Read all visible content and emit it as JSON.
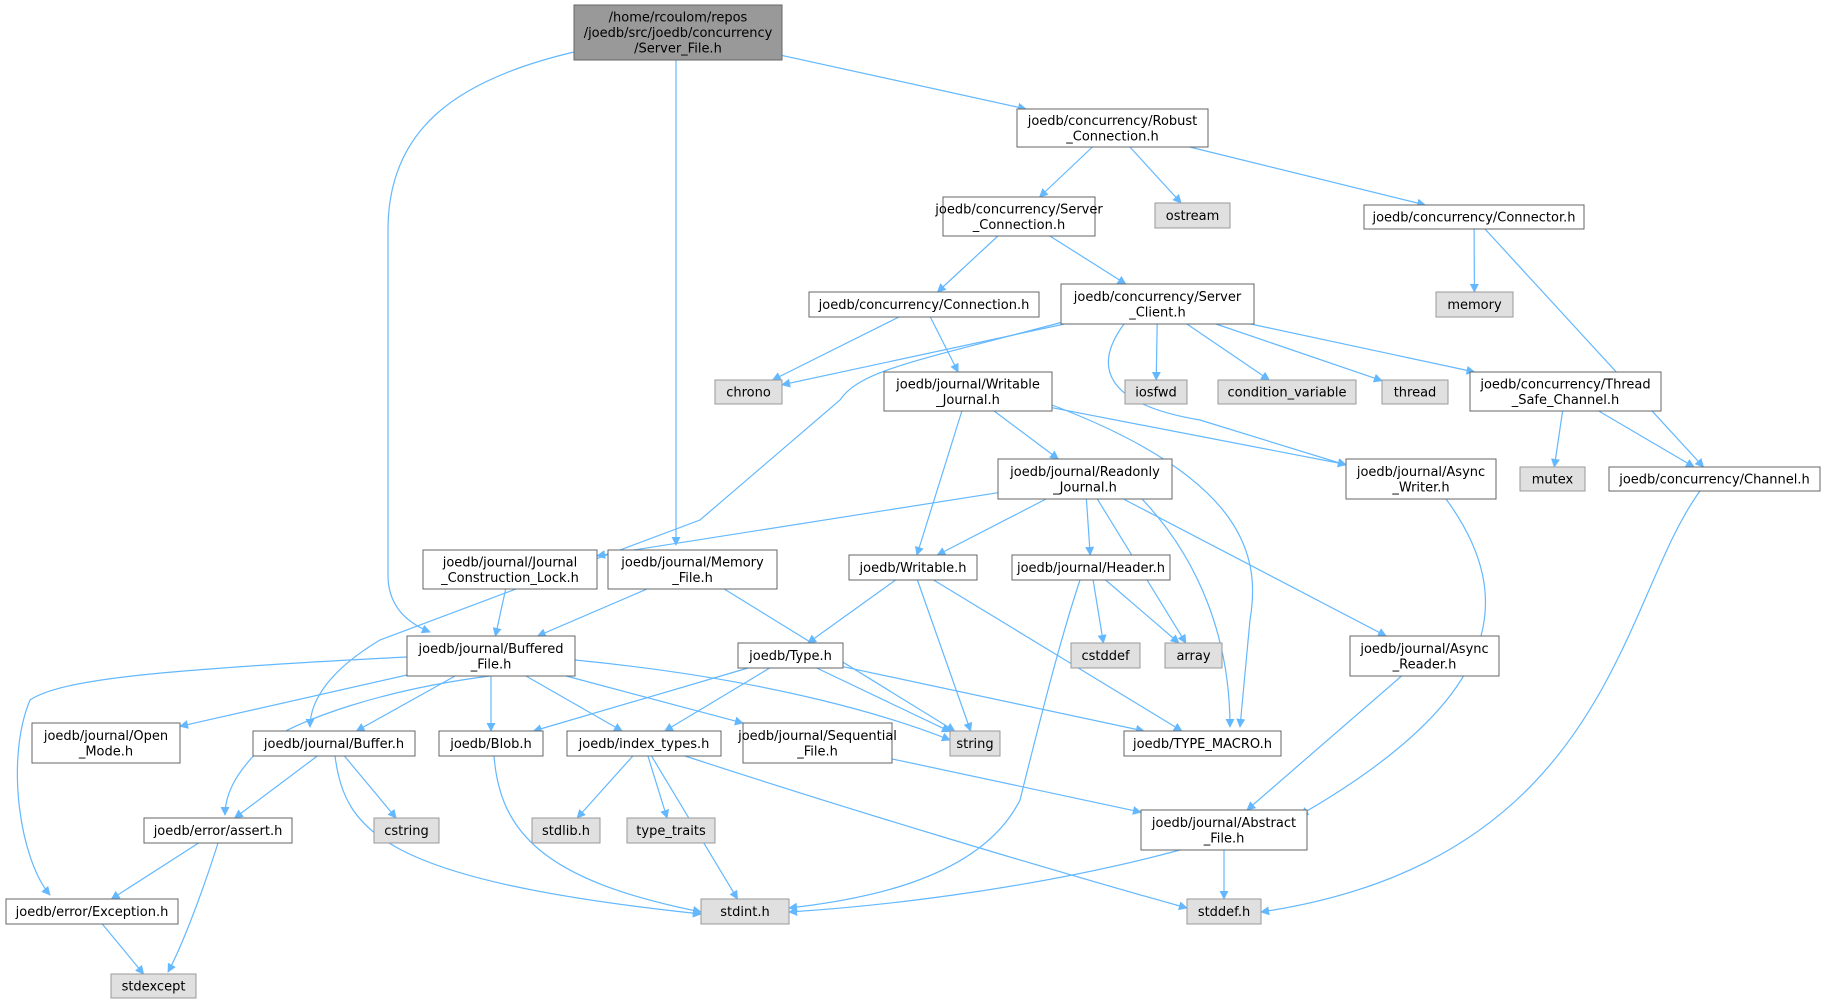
{
  "colors": {
    "edge": "#63b8ff",
    "node_fill": "#ffffff",
    "node_stroke": "#666666",
    "system_fill": "#e0e0e0",
    "system_stroke": "#999999",
    "root_fill": "#999999",
    "root_stroke": "#666666"
  },
  "nodes": [
    {
      "id": "root",
      "kind": "root",
      "lines": [
        "/home/rcoulom/repos",
        "/joedb/src/joedb/concurrency",
        "/Server_File.h"
      ]
    },
    {
      "id": "robust",
      "kind": "header",
      "lines": [
        "joedb/concurrency/Robust",
        "_Connection.h"
      ]
    },
    {
      "id": "server_conn",
      "kind": "header",
      "lines": [
        "joedb/concurrency/Server",
        "_Connection.h"
      ]
    },
    {
      "id": "ostream",
      "kind": "system",
      "lines": [
        "ostream"
      ]
    },
    {
      "id": "connector",
      "kind": "header",
      "lines": [
        "joedb/concurrency/Connector.h"
      ]
    },
    {
      "id": "memory",
      "kind": "system",
      "lines": [
        "memory"
      ]
    },
    {
      "id": "connection",
      "kind": "header",
      "lines": [
        "joedb/concurrency/Connection.h"
      ]
    },
    {
      "id": "server_client",
      "kind": "header",
      "lines": [
        "joedb/concurrency/Server",
        "_Client.h"
      ]
    },
    {
      "id": "chrono",
      "kind": "system",
      "lines": [
        "chrono"
      ]
    },
    {
      "id": "writable_journal",
      "kind": "header",
      "lines": [
        "joedb/journal/Writable",
        "_Journal.h"
      ]
    },
    {
      "id": "iosfwd",
      "kind": "system",
      "lines": [
        "iosfwd"
      ]
    },
    {
      "id": "condition_variable",
      "kind": "system",
      "lines": [
        "condition_variable"
      ]
    },
    {
      "id": "thread",
      "kind": "system",
      "lines": [
        "thread"
      ]
    },
    {
      "id": "thread_safe",
      "kind": "header",
      "lines": [
        "joedb/concurrency/Thread",
        "_Safe_Channel.h"
      ]
    },
    {
      "id": "readonly_journal",
      "kind": "header",
      "lines": [
        "joedb/journal/Readonly",
        "_Journal.h"
      ]
    },
    {
      "id": "async_writer",
      "kind": "header",
      "lines": [
        "joedb/journal/Async",
        "_Writer.h"
      ]
    },
    {
      "id": "mutex",
      "kind": "system",
      "lines": [
        "mutex"
      ]
    },
    {
      "id": "channel",
      "kind": "header",
      "lines": [
        "joedb/concurrency/Channel.h"
      ]
    },
    {
      "id": "jcl",
      "kind": "header",
      "lines": [
        "joedb/journal/Journal",
        "_Construction_Lock.h"
      ]
    },
    {
      "id": "memory_file",
      "kind": "header",
      "lines": [
        "joedb/journal/Memory",
        "_File.h"
      ]
    },
    {
      "id": "writable",
      "kind": "header",
      "lines": [
        "joedb/Writable.h"
      ]
    },
    {
      "id": "header",
      "kind": "header",
      "lines": [
        "joedb/journal/Header.h"
      ]
    },
    {
      "id": "buffered",
      "kind": "header",
      "lines": [
        "joedb/journal/Buffered",
        "_File.h"
      ]
    },
    {
      "id": "type",
      "kind": "header",
      "lines": [
        "joedb/Type.h"
      ]
    },
    {
      "id": "cstddef",
      "kind": "system",
      "lines": [
        "cstddef"
      ]
    },
    {
      "id": "array",
      "kind": "system",
      "lines": [
        "array"
      ]
    },
    {
      "id": "async_reader",
      "kind": "header",
      "lines": [
        "joedb/journal/Async",
        "_Reader.h"
      ]
    },
    {
      "id": "open_mode",
      "kind": "header",
      "lines": [
        "joedb/journal/Open",
        "_Mode.h"
      ]
    },
    {
      "id": "buffer",
      "kind": "header",
      "lines": [
        "joedb/journal/Buffer.h"
      ]
    },
    {
      "id": "blob",
      "kind": "header",
      "lines": [
        "joedb/Blob.h"
      ]
    },
    {
      "id": "index_types",
      "kind": "header",
      "lines": [
        "joedb/index_types.h"
      ]
    },
    {
      "id": "sequential",
      "kind": "header",
      "lines": [
        "joedb/journal/Sequential",
        "_File.h"
      ]
    },
    {
      "id": "string",
      "kind": "system",
      "lines": [
        "string"
      ]
    },
    {
      "id": "type_macro",
      "kind": "header",
      "lines": [
        "joedb/TYPE_MACRO.h"
      ]
    },
    {
      "id": "cstring",
      "kind": "system",
      "lines": [
        "cstring"
      ]
    },
    {
      "id": "stdlib",
      "kind": "system",
      "lines": [
        "stdlib.h"
      ]
    },
    {
      "id": "type_traits",
      "kind": "system",
      "lines": [
        "type_traits"
      ]
    },
    {
      "id": "assert",
      "kind": "header",
      "lines": [
        "joedb/error/assert.h"
      ]
    },
    {
      "id": "abstract_file",
      "kind": "header",
      "lines": [
        "joedb/journal/Abstract",
        "_File.h"
      ]
    },
    {
      "id": "exception",
      "kind": "header",
      "lines": [
        "joedb/error/Exception.h"
      ]
    },
    {
      "id": "stdint",
      "kind": "system",
      "lines": [
        "stdint.h"
      ]
    },
    {
      "id": "stddef",
      "kind": "system",
      "lines": [
        "stddef.h"
      ]
    },
    {
      "id": "stdexcept",
      "kind": "system",
      "lines": [
        "stdexcept"
      ]
    }
  ],
  "edges": [
    [
      "root",
      "robust"
    ],
    [
      "root",
      "buffered"
    ],
    [
      "root",
      "memory_file"
    ],
    [
      "robust",
      "server_conn"
    ],
    [
      "robust",
      "ostream"
    ],
    [
      "robust",
      "connector"
    ],
    [
      "server_conn",
      "connection"
    ],
    [
      "server_conn",
      "server_client"
    ],
    [
      "connector",
      "memory"
    ],
    [
      "connector",
      "channel"
    ],
    [
      "connection",
      "chrono"
    ],
    [
      "connection",
      "writable_journal"
    ],
    [
      "server_client",
      "chrono"
    ],
    [
      "server_client",
      "buffer"
    ],
    [
      "server_client",
      "iosfwd"
    ],
    [
      "server_client",
      "condition_variable"
    ],
    [
      "server_client",
      "thread"
    ],
    [
      "server_client",
      "thread_safe"
    ],
    [
      "server_client",
      "async_writer"
    ],
    [
      "thread_safe",
      "mutex"
    ],
    [
      "thread_safe",
      "channel"
    ],
    [
      "writable_journal",
      "readonly_journal"
    ],
    [
      "writable_journal",
      "writable"
    ],
    [
      "writable_journal",
      "async_writer"
    ],
    [
      "writable_journal",
      "type_macro"
    ],
    [
      "readonly_journal",
      "jcl"
    ],
    [
      "readonly_journal",
      "writable"
    ],
    [
      "readonly_journal",
      "header"
    ],
    [
      "readonly_journal",
      "array"
    ],
    [
      "readonly_journal",
      "type_macro"
    ],
    [
      "readonly_journal",
      "async_reader"
    ],
    [
      "async_writer",
      "abstract_file"
    ],
    [
      "channel",
      "stddef"
    ],
    [
      "jcl",
      "buffered"
    ],
    [
      "memory_file",
      "buffered"
    ],
    [
      "memory_file",
      "string"
    ],
    [
      "writable",
      "type"
    ],
    [
      "writable",
      "string"
    ],
    [
      "writable",
      "type_macro"
    ],
    [
      "header",
      "cstddef"
    ],
    [
      "header",
      "array"
    ],
    [
      "header",
      "stdint"
    ],
    [
      "async_reader",
      "abstract_file"
    ],
    [
      "buffered",
      "open_mode"
    ],
    [
      "buffered",
      "buffer"
    ],
    [
      "buffered",
      "blob"
    ],
    [
      "buffered",
      "index_types"
    ],
    [
      "buffered",
      "sequential"
    ],
    [
      "buffered",
      "string"
    ],
    [
      "buffered",
      "assert"
    ],
    [
      "buffered",
      "exception"
    ],
    [
      "type",
      "blob"
    ],
    [
      "type",
      "index_types"
    ],
    [
      "type",
      "string"
    ],
    [
      "type",
      "type_macro"
    ],
    [
      "buffer",
      "cstring"
    ],
    [
      "buffer",
      "assert"
    ],
    [
      "buffer",
      "stdint"
    ],
    [
      "blob",
      "stdint"
    ],
    [
      "index_types",
      "stdlib"
    ],
    [
      "index_types",
      "type_traits"
    ],
    [
      "index_types",
      "stdint"
    ],
    [
      "index_types",
      "stddef"
    ],
    [
      "sequential",
      "abstract_file"
    ],
    [
      "abstract_file",
      "stdint"
    ],
    [
      "abstract_file",
      "stddef"
    ],
    [
      "assert",
      "exception"
    ],
    [
      "assert",
      "stdexcept"
    ],
    [
      "exception",
      "stdexcept"
    ]
  ]
}
